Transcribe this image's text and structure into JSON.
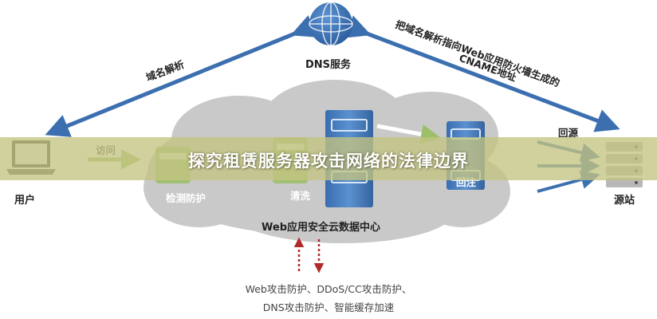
{
  "title": "探究租赁服务器攻击网络的法律边界",
  "labels": {
    "dns_service": "DNS服务",
    "domain_resolution": "域名解析",
    "cname_line1": "把域名解析指向Web应用防火墙生成的",
    "cname_line2": "CNAME地址",
    "visit": "访问",
    "user": "用户",
    "detect_protect": "检测防护",
    "clean": "清洗",
    "return_source": "回源",
    "return_inject": "回注",
    "origin_station": "源站",
    "data_center": "Web应用安全云数据中心"
  },
  "footnotes": [
    "Web攻击防护、DDoS/CC攻击防护、",
    "DNS攻击防护、智能缓存加速"
  ],
  "colors": {
    "arrow_blue": "#3b6fb0",
    "server_blue": "#4a7fc1",
    "cloud_gray": "#c9c9c9",
    "green_arrow": "#9bbf6a",
    "red_dotted": "#b02a2a",
    "banner": "#c4c482"
  }
}
